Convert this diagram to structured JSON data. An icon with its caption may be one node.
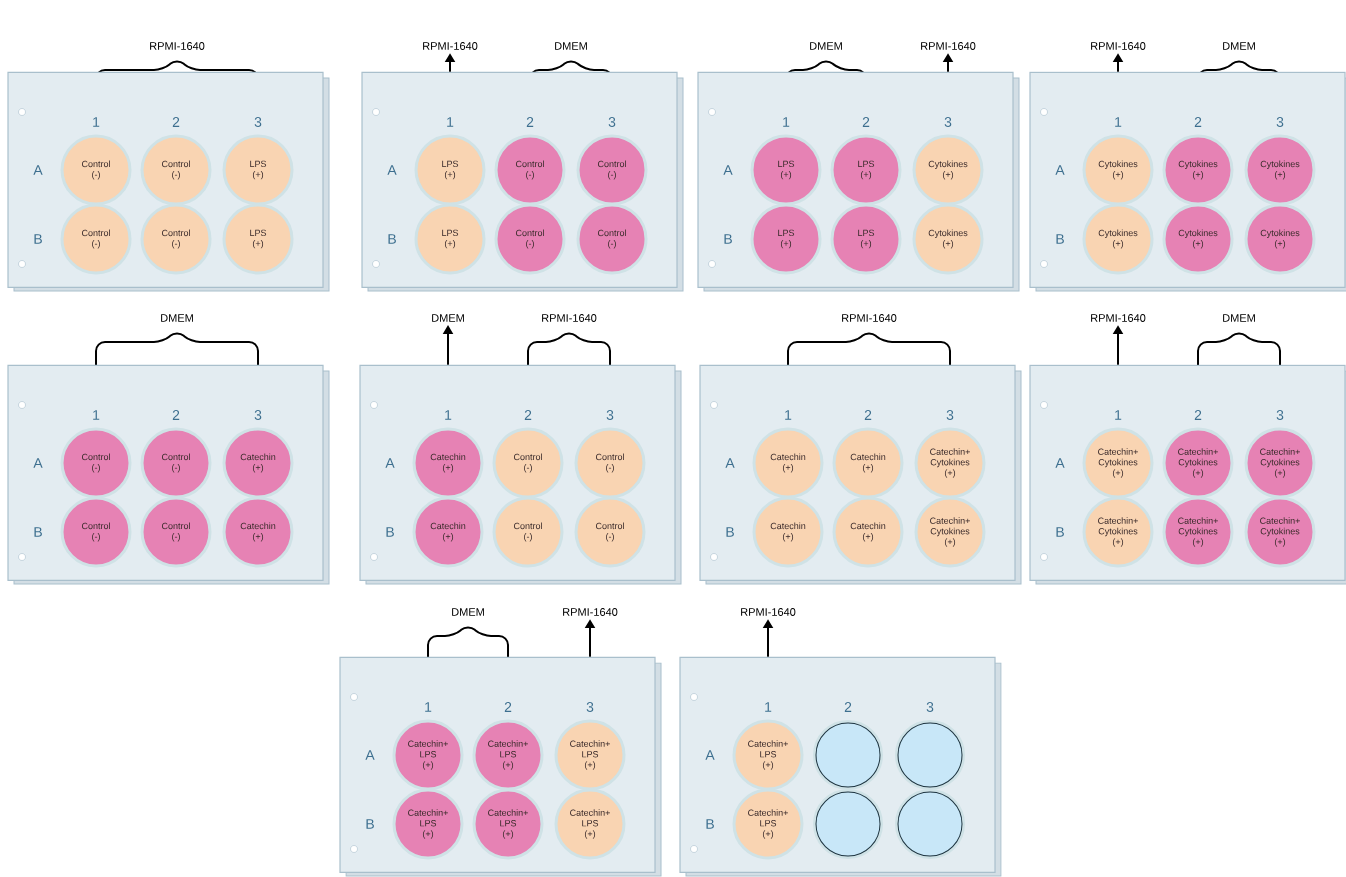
{
  "diagram": {
    "nodes": [
      {
        "text": [
          "1",
          "2",
          "3",
          "A",
          "B"
        ]
      },
      {
        "text": [
          "Control (-)"
        ],
        "in": 0
      },
      {
        "text": [
          "Control (-)"
        ],
        "in": 0
      },
      {
        "text": [
          "LPS (+)"
        ],
        "in": 0
      },
      {
        "text": [
          "Control (-)"
        ],
        "in": 0
      },
      {
        "text": [
          "Control (-)"
        ],
        "in": 0
      },
      {
        "text": [
          "LPS (+)"
        ],
        "in": 0
      },
      {
        "text": [
          "RPMI-1640"
        ]
      },
      {
        "text": [
          "1",
          "2",
          "3",
          "A",
          "B"
        ]
      },
      {
        "text": [
          "LPS (+)"
        ],
        "in": 8
      },
      {
        "text": [
          "Control (-)"
        ],
        "in": 8
      },
      {
        "text": [
          "Control (-)"
        ],
        "in": 8
      },
      {
        "text": [
          "LPS (+)"
        ],
        "in": 8
      },
      {
        "text": [
          "Control (-)"
        ],
        "in": 8
      },
      {
        "text": [
          "Control (-)"
        ],
        "in": 8
      },
      {
        "text": [
          "RPMI-1640"
        ]
      },
      {
        "text": [
          "1",
          "2",
          "3",
          "A",
          "B"
        ]
      },
      {
        "text": [
          "LPS (+)"
        ],
        "in": 16
      },
      {
        "text": [
          "LPS (+)"
        ],
        "in": 16
      },
      {
        "text": [
          "Cytokines (+)"
        ],
        "in": 16
      },
      {
        "text": [
          "LPS (+)"
        ],
        "in": 16
      },
      {
        "text": [
          "LPS (+)"
        ],
        "in": 16
      },
      {
        "text": [
          "Cytokines (+)"
        ],
        "in": 16
      },
      {
        "text": [
          "RPMI-1640"
        ]
      },
      {
        "text": [
          "1",
          "2",
          "3",
          "A",
          "B"
        ]
      },
      {
        "text": [
          "Cytokines (+)"
        ],
        "in": 24
      },
      {
        "text": [
          "Cytokines (+)"
        ],
        "in": 24
      },
      {
        "text": [
          "Cytokines (+)"
        ],
        "in": 24
      },
      {
        "text": [
          "Cytokines (+)"
        ],
        "in": 24
      },
      {
        "text": [
          "Cytokines (+)"
        ],
        "in": 24
      },
      {
        "text": [
          "Cytokines (+)"
        ],
        "in": 24
      },
      {
        "text": [
          "1",
          "2",
          "3",
          "A",
          "B"
        ]
      },
      {
        "text": [
          "Control (-)"
        ],
        "in": 31
      },
      {
        "text": [
          "Control (-)"
        ],
        "in": 31
      },
      {
        "text": [
          "Catechin (+)"
        ],
        "in": 31
      },
      {
        "text": [
          "Control (-)"
        ],
        "in": 31
      },
      {
        "text": [
          "Control (-)"
        ],
        "in": 31
      },
      {
        "text": [
          "Catechin (+)"
        ],
        "in": 31
      },
      {
        "text": [
          "DMEM"
        ]
      },
      {
        "text": [
          "1",
          "2",
          "3",
          "A",
          "B"
        ]
      },
      {
        "text": [
          "Catechin (+)"
        ],
        "in": 39
      },
      {
        "text": [
          "Control (-)"
        ],
        "in": 39
      },
      {
        "text": [
          "Control (-)"
        ],
        "in": 39
      },
      {
        "text": [
          "Catechin (+)"
        ],
        "in": 39
      },
      {
        "text": [
          "Control (-)"
        ],
        "in": 39
      },
      {
        "text": [
          "Control (-)"
        ],
        "in": 39
      },
      {
        "text": [
          "1",
          "2",
          "3",
          "A",
          "B"
        ]
      },
      {
        "text": [
          "Catechin (+)"
        ],
        "in": 46
      },
      {
        "text": [
          "Catechin (+)"
        ],
        "in": 46
      },
      {
        "text": [
          "Catechin+ Cytokines (+)"
        ],
        "in": 46
      },
      {
        "text": [
          "Catechin (+)"
        ],
        "in": 46
      },
      {
        "text": [
          "Catechin (+)"
        ],
        "in": 46
      },
      {
        "text": [
          "Catechin+ Cytokines (+)"
        ],
        "in": 46
      },
      {
        "text": [
          "RPMI-1640"
        ]
      },
      {
        "text": [
          "1",
          "2",
          "3",
          "A",
          "B"
        ]
      },
      {
        "text": [
          "Catechin+ Cytokines (+)"
        ],
        "in": 54
      },
      {
        "text": [
          "Catechin+ Cytokines (+)"
        ],
        "in": 54
      },
      {
        "text": [
          "Catechin+ Cytokines (+)"
        ],
        "in": 54
      },
      {
        "text": [
          "Catechin+ Cytokines (+)"
        ],
        "in": 54
      },
      {
        "text": [
          "Catechin+ Cytokines (+)"
        ],
        "in": 54
      },
      {
        "text": [
          "Catechin+ Cytokines (+)"
        ],
        "in": 54
      },
      {
        "text": [
          "RPMI-1640"
        ]
      },
      {
        "text": [
          "1",
          "2",
          "3",
          "A",
          "B"
        ]
      },
      {
        "text": [
          "Catechin+ LPS (+)"
        ],
        "in": 62
      },
      {
        "text": [
          "Catechin+ LPS (+)"
        ],
        "in": 62
      },
      {
        "text": [
          "Catechin+ LPS (+)"
        ],
        "in": 62
      },
      {
        "text": [
          "Catechin+ LPS (+)"
        ],
        "in": 62
      },
      {
        "text": [
          "Catechin+ LPS (+)"
        ],
        "in": 62
      },
      {
        "text": [
          "Catechin+ LPS (+)"
        ],
        "in": 62
      },
      {
        "text": [
          "RPMI-1640"
        ]
      },
      {
        "text": [
          "1",
          "2",
          "3",
          "A",
          "B"
        ]
      },
      {
        "text": [
          "Catechin+ LPS (+)"
        ],
        "in": 70
      },
      {
        "text": [],
        "shape": "circle",
        "in": 70
      },
      {
        "text": [],
        "shape": "circle",
        "in": 70
      },
      {
        "text": [
          "Catechin+ LPS (+)"
        ],
        "in": 70
      },
      {
        "text": [],
        "shape": "circle",
        "in": 70
      },
      {
        "text": [],
        "shape": "circle",
        "in": 70
      }
    ],
    "edges": [
      {
        "from": 8,
        "to": 7,
        "arrow": "to"
      },
      {
        "from": 16,
        "to": 15,
        "arrow": "to"
      },
      {
        "from": 24,
        "to": 23,
        "arrow": "to"
      },
      {
        "from": 39,
        "to": 38,
        "arrow": "to"
      },
      {
        "from": 54,
        "to": 53,
        "arrow": "to"
      },
      {
        "from": 62,
        "to": 61,
        "arrow": "to"
      },
      {
        "from": 70,
        "to": 69,
        "arrow": "to"
      }
    ],
    "labels": [
      "RPMI-1640",
      "DMEM",
      "DMEM",
      "DMEM",
      "DMEM",
      "RPMI-1640",
      "RPMI-1640",
      "DMEM",
      "DMEM"
    ]
  }
}
